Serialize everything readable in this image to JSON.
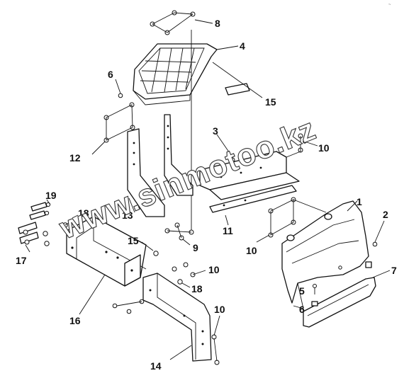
{
  "diagram": {
    "watermark": "www.sinmotoo.kz",
    "corner_mark": "~",
    "labels": [
      {
        "id": "label-1",
        "text": "1"
      },
      {
        "id": "label-2",
        "text": "2"
      },
      {
        "id": "label-3",
        "text": "3"
      },
      {
        "id": "label-4",
        "text": "4"
      },
      {
        "id": "label-5",
        "text": "5"
      },
      {
        "id": "label-6a",
        "text": "6"
      },
      {
        "id": "label-6b",
        "text": "6"
      },
      {
        "id": "label-7",
        "text": "7"
      },
      {
        "id": "label-8",
        "text": "8"
      },
      {
        "id": "label-9",
        "text": "9"
      },
      {
        "id": "label-10a",
        "text": "10"
      },
      {
        "id": "label-10b",
        "text": "10"
      },
      {
        "id": "label-10c",
        "text": "10"
      },
      {
        "id": "label-10d",
        "text": "10"
      },
      {
        "id": "label-11",
        "text": "11"
      },
      {
        "id": "label-12",
        "text": "12"
      },
      {
        "id": "label-13",
        "text": "13"
      },
      {
        "id": "label-14",
        "text": "14"
      },
      {
        "id": "label-15a",
        "text": "15"
      },
      {
        "id": "label-15b",
        "text": "15"
      },
      {
        "id": "label-16",
        "text": "16"
      },
      {
        "id": "label-17",
        "text": "17"
      },
      {
        "id": "label-18a",
        "text": "18"
      },
      {
        "id": "label-18b",
        "text": "18"
      },
      {
        "id": "label-19",
        "text": "19"
      }
    ]
  }
}
